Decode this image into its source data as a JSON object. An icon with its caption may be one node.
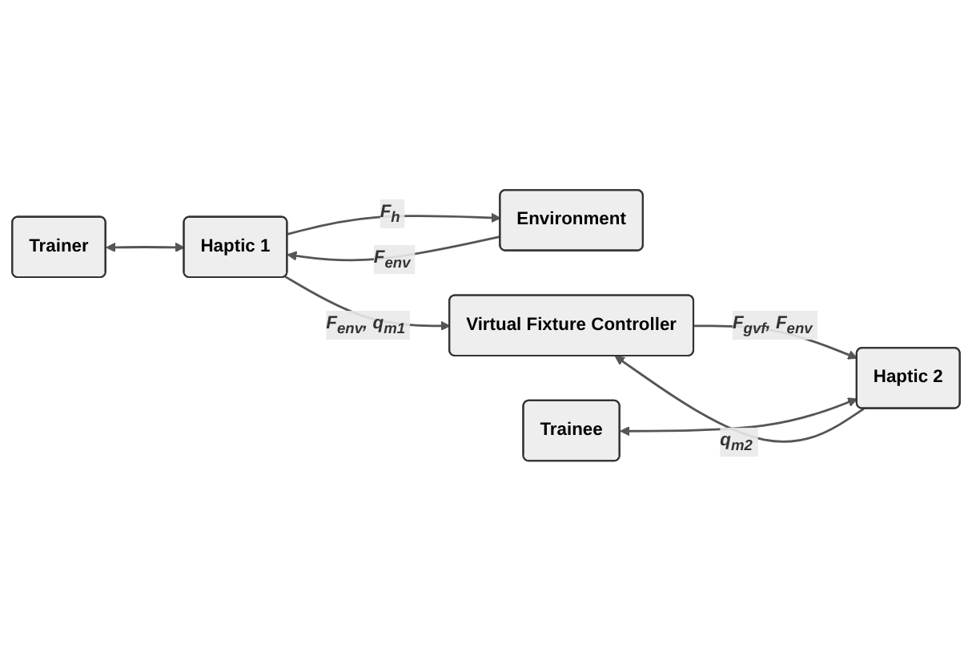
{
  "diagram": {
    "nodes": [
      {
        "text": [
          "Trainer"
        ]
      },
      {
        "text": [
          "Haptic 1"
        ]
      },
      {
        "text": [
          "Environment"
        ]
      },
      {
        "text": [
          "Virtual Fixture Controller"
        ]
      },
      {
        "text": [
          "Trainee"
        ]
      },
      {
        "text": [
          "Haptic 2"
        ]
      }
    ],
    "edges": [
      {
        "from": 0,
        "to": 1,
        "arrow": "both"
      },
      {
        "from": 1,
        "to": 2,
        "arrow": "to",
        "label": "F$_{h}$"
      },
      {
        "from": 2,
        "to": 1,
        "arrow": "to",
        "label": "F$_{env}$"
      },
      {
        "from": 1,
        "to": 3,
        "arrow": "to",
        "label": "F$_{env}$, q$_{m1}$"
      },
      {
        "from": 3,
        "to": 5,
        "arrow": "to",
        "label": "F$_{gvf}$, F$_{env}$"
      },
      {
        "from": 5,
        "to": 3,
        "arrow": "to",
        "label": "q$_{m2}$"
      },
      {
        "from": 4,
        "to": 5,
        "arrow": "both"
      }
    ]
  }
}
